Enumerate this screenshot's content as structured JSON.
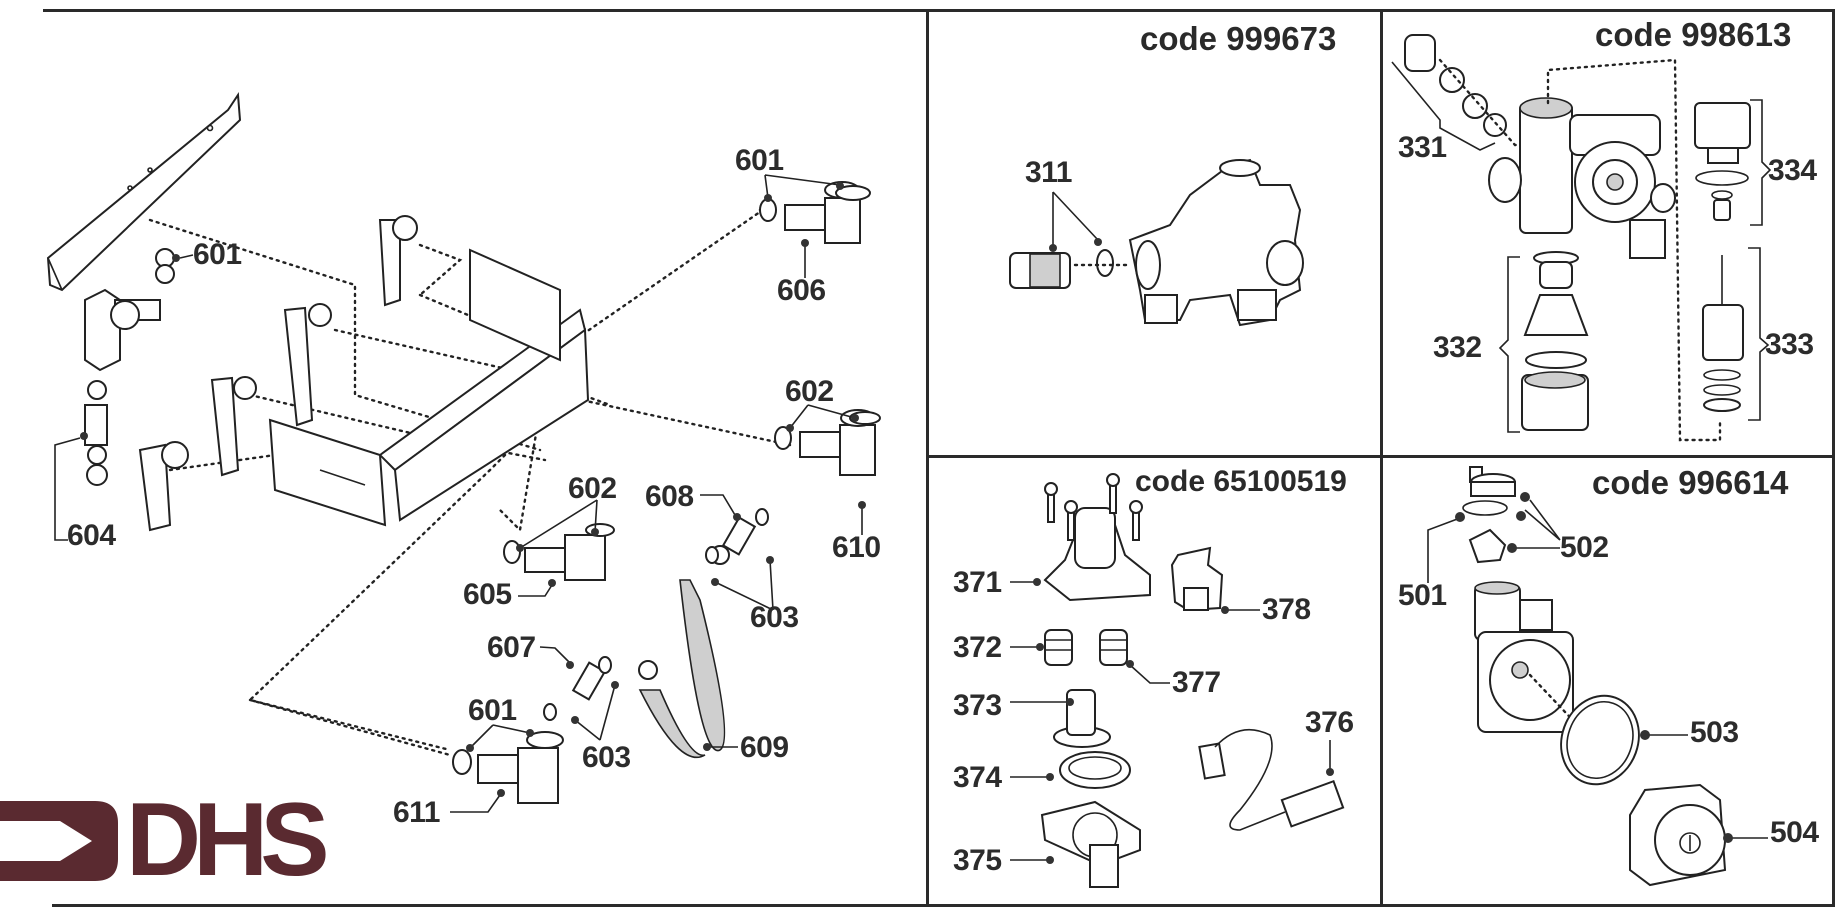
{
  "document": {
    "type": "exploded parts diagram",
    "colors": {
      "ink": "#2a2a2a",
      "logo": "#5a2a30",
      "paper": "#ffffff"
    }
  },
  "logo": {
    "text": "DHS",
    "icon": "arrow-right-icon"
  },
  "panels": {
    "main": {
      "labels": {
        "l601a": "601",
        "l601b": "601",
        "l601c": "601",
        "l602a": "602",
        "l602b": "602",
        "l603a": "603",
        "l603b": "603",
        "l604": "604",
        "l605": "605",
        "l606": "606",
        "l607": "607",
        "l608": "608",
        "l609": "609",
        "l610": "610",
        "l611": "611"
      }
    },
    "p999673": {
      "code": "code 999673",
      "labels": {
        "l311": "311"
      }
    },
    "p998613": {
      "code": "code 998613",
      "labels": {
        "l331": "331",
        "l332": "332",
        "l333": "333",
        "l334": "334"
      }
    },
    "p65100519": {
      "code": "code 65100519",
      "labels": {
        "l371": "371",
        "l372": "372",
        "l373": "373",
        "l374": "374",
        "l375": "375",
        "l376": "376",
        "l377": "377",
        "l378": "378"
      }
    },
    "p996614": {
      "code": "code 996614",
      "labels": {
        "l501": "501",
        "l502": "502",
        "l503": "503",
        "l504": "504"
      }
    }
  }
}
